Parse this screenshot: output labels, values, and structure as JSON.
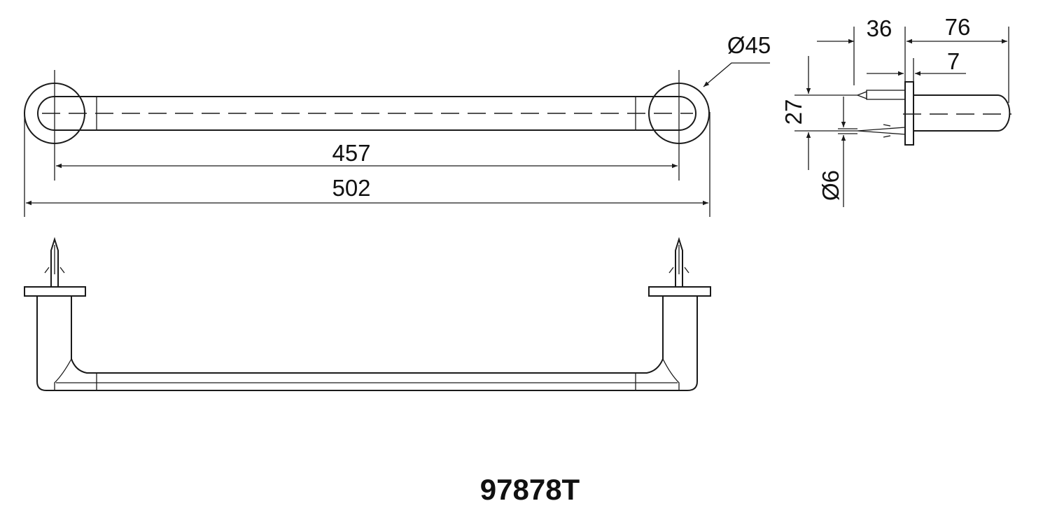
{
  "drawing": {
    "model_number": "97878T",
    "dimensions": {
      "center_distance": "457",
      "overall_length": "502",
      "tube_diameter": "Ø45",
      "flange_to_anchor": "36",
      "projection": "76",
      "flange_thickness": "7",
      "anchor_spacing": "27",
      "anchor_diameter": "Ø6"
    },
    "line_color": "#1a1a1a"
  }
}
